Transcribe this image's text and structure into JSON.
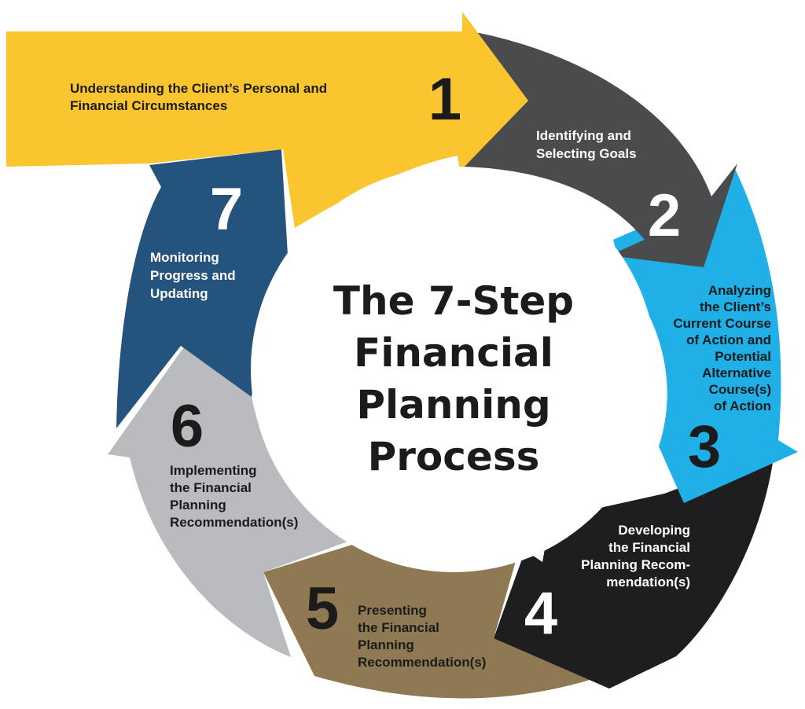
{
  "title_lines": [
    "The 7-Step",
    "Financial",
    "Planning",
    "Process"
  ],
  "steps": [
    {
      "number": "1",
      "color": "#FBC52F",
      "text_color": "#1b1b1b",
      "num_color": "#1b1b1b",
      "lines": [
        "Understanding the Client’s Personal and",
        "Financial Circumstances"
      ]
    },
    {
      "number": "2",
      "color": "#4A4B4D",
      "text_color": "#ffffff",
      "num_color": "#ffffff",
      "lines": [
        "Identifying and",
        "Selecting Goals"
      ]
    },
    {
      "number": "3",
      "color": "#1EB0E6",
      "text_color": "#1b1b1b",
      "num_color": "#1b1b1b",
      "lines": [
        "Analyzing",
        "the Client’s",
        "Current Course",
        "of Action and",
        "Potential",
        "Alternative",
        "Course(s)",
        "of Action"
      ]
    },
    {
      "number": "4",
      "color": "#1E1E20",
      "text_color": "#ffffff",
      "num_color": "#ffffff",
      "lines": [
        "Developing",
        "the Financial",
        "Planning Recom-",
        "mendation(s)"
      ]
    },
    {
      "number": "5",
      "color": "#8E7952",
      "text_color": "#1b1b1b",
      "num_color": "#1b1b1b",
      "lines": [
        "Presenting",
        "the Financial",
        "Planning",
        "Recommendation(s)"
      ]
    },
    {
      "number": "6",
      "color": "#BABBBE",
      "text_color": "#1b1b1b",
      "num_color": "#1b1b1b",
      "lines": [
        "Implementing",
        "the Financial",
        "Planning",
        "Recommendation(s)"
      ]
    },
    {
      "number": "7",
      "color": "#24537E",
      "text_color": "#ffffff",
      "num_color": "#ffffff",
      "lines": [
        "Monitoring",
        "Progress and",
        "Updating"
      ]
    }
  ]
}
